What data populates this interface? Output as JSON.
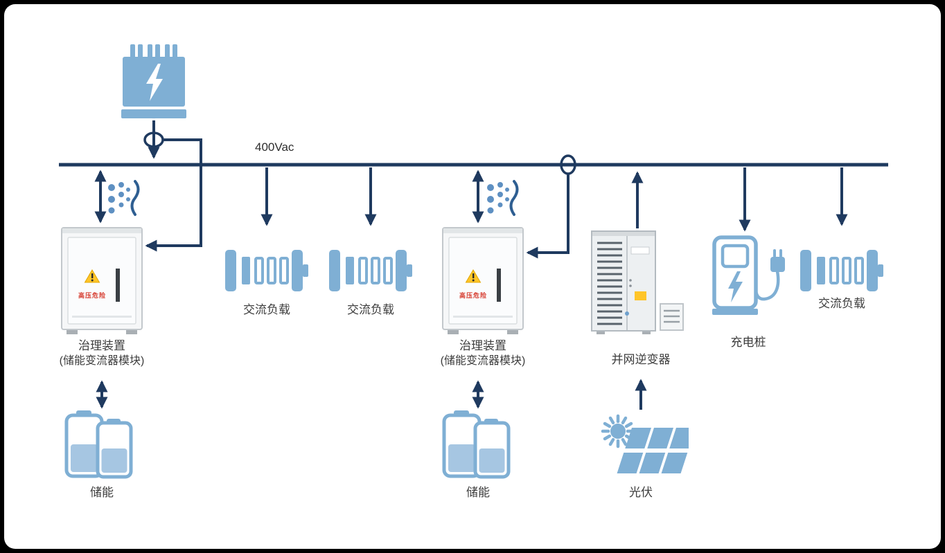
{
  "colors": {
    "accent": "#7FAFD4",
    "accent_light": "#A6C6E2",
    "navy": "#1F3A5F",
    "warning_yellow": "#FFC529",
    "danger_red": "#D63C2F"
  },
  "bus": {
    "voltage_label": "400Vac"
  },
  "nodes": {
    "governance_1": {
      "title": "治理装置",
      "subtitle": "(储能变流器模块)",
      "warning_text": "高压危险"
    },
    "governance_2": {
      "title": "治理装置",
      "subtitle": "(储能变流器模块)",
      "warning_text": "高压危险"
    },
    "storage_1": {
      "label": "储能"
    },
    "storage_2": {
      "label": "储能"
    },
    "ac_load_1": {
      "label": "交流负载"
    },
    "ac_load_2": {
      "label": "交流负载"
    },
    "ac_load_3": {
      "label": "交流负载"
    },
    "inverter": {
      "label": "并网逆变器"
    },
    "charger": {
      "label": "充电桩"
    },
    "pv": {
      "label": "光伏"
    }
  },
  "icons": {
    "transformer-icon": "blue transformer with lightning bolt",
    "harmonic-filter-icon": "blue dots with wave brace",
    "governance-cabinet-icon": "white cabinet with warning triangle",
    "battery-storage-icon": "two batteries with fill level",
    "ac-load-icon": "horizontal bar battery symbol",
    "inverter-cabinet-icon": "vented inverter cabinet with side box",
    "ev-charger-icon": "charging pile with cable and plug",
    "solar-pv-icon": "sun with skewed solar panel grid",
    "current-transformer-icon": "ring on conductor line"
  }
}
